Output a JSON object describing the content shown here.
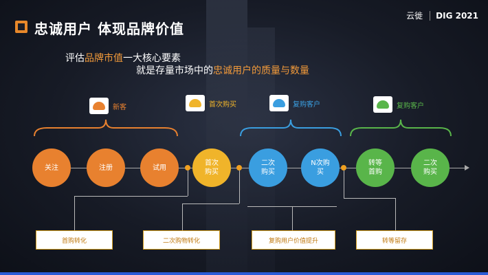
{
  "title": "忠诚用户  体现品牌价值",
  "logo": {
    "brand": "云徙",
    "event": "DIG 2021"
  },
  "subtitle": {
    "line1_a": "评估",
    "line1_hl": "品牌市值",
    "line1_b": "一大核心要素",
    "line2_a": "就是存量市场中的",
    "line2_hl": "忠诚用户的质量与数量"
  },
  "groups": [
    {
      "label": "新客",
      "color": "#e8812f"
    },
    {
      "label": "首次购买",
      "color": "#f0b42a"
    },
    {
      "label": "复购客户",
      "color": "#3a9ee0"
    },
    {
      "label": "复购客户",
      "color": "#59b54a"
    }
  ],
  "stages": [
    {
      "label": "关注",
      "color": "#e8812f"
    },
    {
      "label": "注册",
      "color": "#e8812f"
    },
    {
      "label": "试用",
      "color": "#e8812f"
    },
    {
      "label": "首次购买",
      "color": "#f0b42a"
    },
    {
      "label": "二次购买",
      "color": "#3a9ee0"
    },
    {
      "label": "N次购买",
      "color": "#3a9ee0"
    },
    {
      "label": "转等首购",
      "color": "#59b54a"
    },
    {
      "label": "二次购买",
      "color": "#59b54a"
    }
  ],
  "boxes": [
    {
      "label": "首购转化"
    },
    {
      "label": "二次购物转化"
    },
    {
      "label": "复购用户价值提升"
    },
    {
      "label": "转等留存"
    }
  ]
}
